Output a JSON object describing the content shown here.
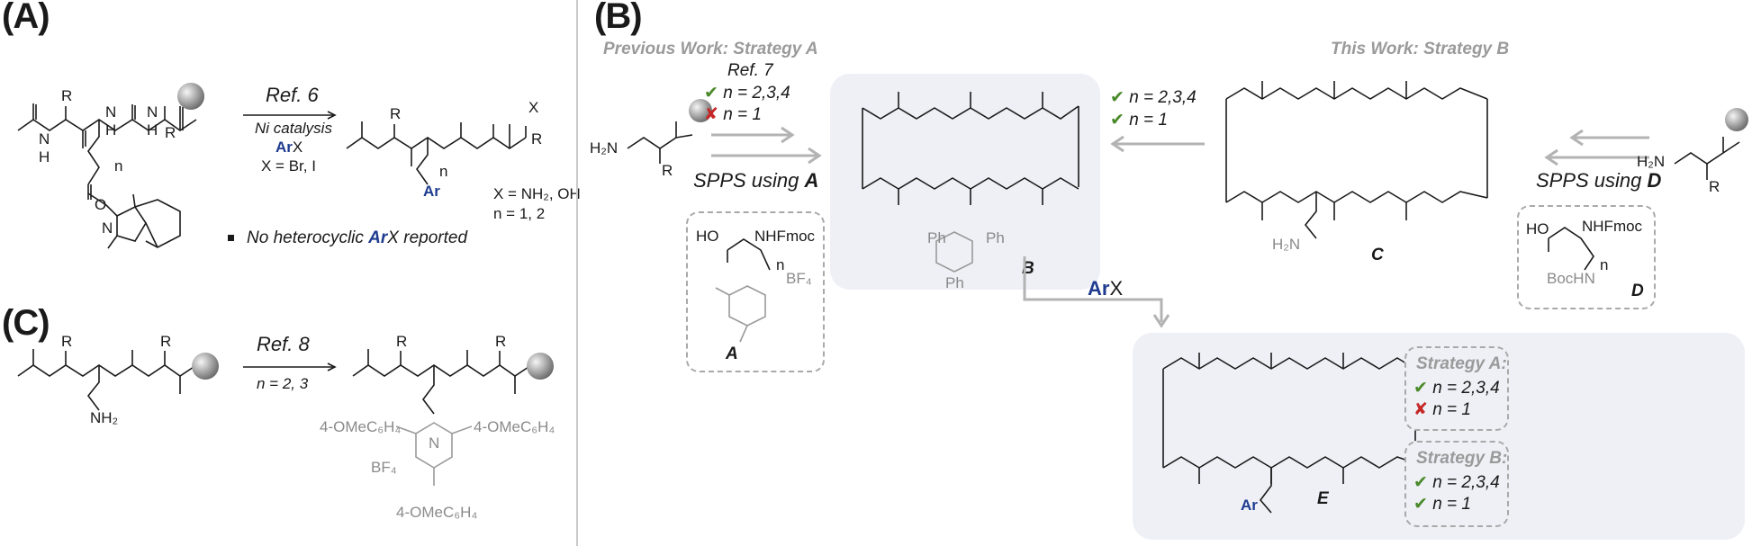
{
  "panels": {
    "A": {
      "label": "(A)",
      "ref": "Ref. 6",
      "catalysis": "Ni catalysis",
      "arx_ar": "Ar",
      "arx_x": "X",
      "x_def": "X = Br, I",
      "product_x": "X",
      "product_ar": "Ar",
      "x_values": "X = NH₂, OH",
      "n_values": "n = 1, 2",
      "note_prefix": "No heterocyclic ",
      "note_ar": "Ar",
      "note_suffix": "X reported"
    },
    "B": {
      "label": "(B)",
      "prev_title": "Previous Work: Strategy A",
      "this_title": "This Work: Strategy B",
      "ref7": "Ref. 7",
      "ref7_check": "n = 2,3,4",
      "ref7_cross": "n = 1",
      "sppsA": "SPPS using ",
      "sppsA_letter": "A",
      "sppsD": "SPPS using ",
      "sppsD_letter": "D",
      "top_check1": "n = 2,3,4",
      "top_check2": "n = 1",
      "label_A": "A",
      "label_B": "B",
      "label_C": "C",
      "label_D": "D",
      "label_E": "E",
      "arx_ar": "Ar",
      "arx_x": "X",
      "stratA_title": "Strategy A:",
      "stratA_check": "n = 2,3,4",
      "stratA_cross": "n = 1",
      "stratB_title": "Strategy B:",
      "stratB_check1": "n = 2,3,4",
      "stratB_check2": "n = 1",
      "nhfmoc": "NHFmoc",
      "ho": "HO",
      "bochn": "BocHN",
      "bf4": "BF₄",
      "ph": "Ph",
      "h2n": "H₂N"
    },
    "C": {
      "label": "(C)",
      "ref": "Ref. 8",
      "n_values": "n = 2, 3",
      "nh2": "NH₂",
      "aryl": "4-OMeC₆H₄",
      "bf4": "BF₄"
    }
  },
  "colors": {
    "accent_blue": "#1f3c8f",
    "check_green": "#4a8a2a",
    "cross_red": "#c62828",
    "grey": "#9a9a9a",
    "shade": "#eef0f6"
  },
  "icons": [
    "check-icon",
    "cross-icon",
    "resin-bead-icon",
    "arrow-right-icon",
    "arrow-left-icon",
    "arrow-down-icon"
  ]
}
